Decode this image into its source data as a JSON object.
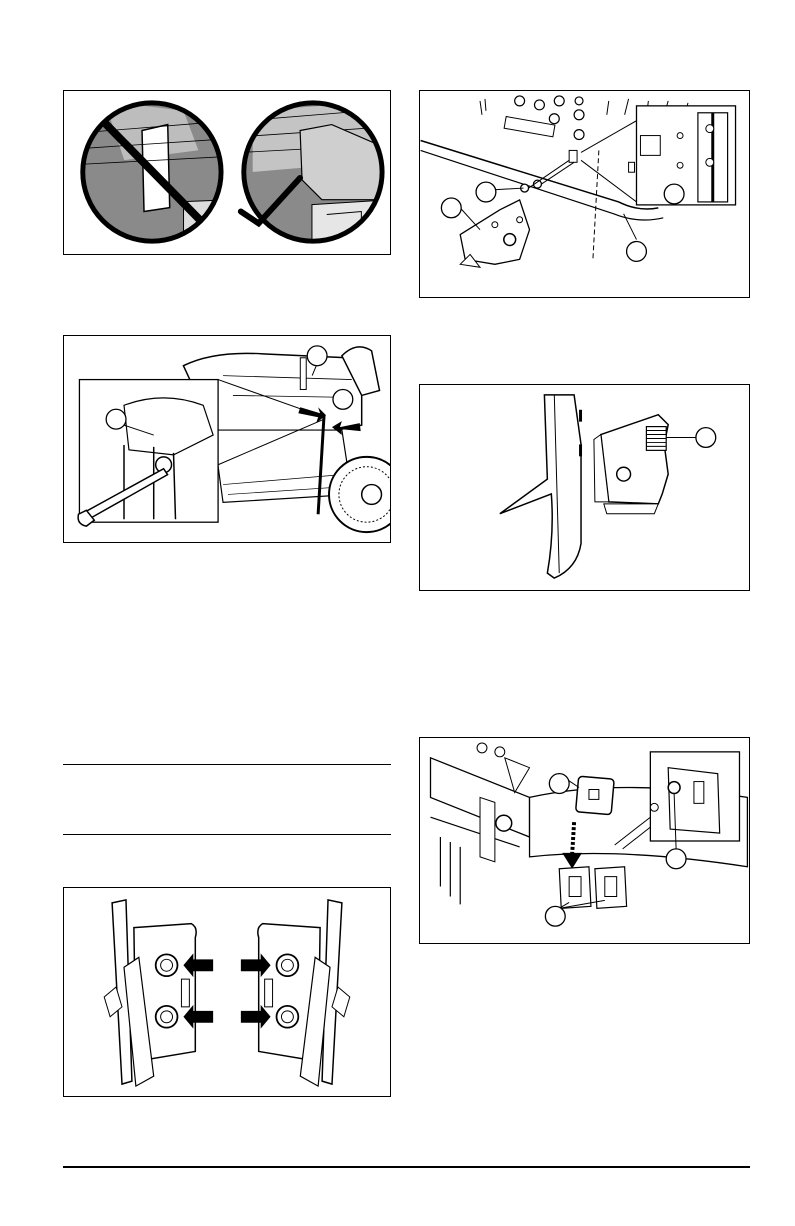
{
  "page": {
    "figures": [
      {
        "id": "fig-1",
        "subject": "blade-edge-comparison"
      },
      {
        "id": "fig-2",
        "subject": "wrench-on-mounting-bolt"
      },
      {
        "id": "fig-3",
        "subject": "mounting-brackets"
      },
      {
        "id": "fig-4",
        "subject": "deck-mount-bolts"
      },
      {
        "id": "fig-5",
        "subject": "bracket-spring"
      },
      {
        "id": "fig-6",
        "subject": "deck-rear-assembly"
      }
    ],
    "colors": {
      "line": "#000000",
      "gray": "#8a8a8a",
      "lightgray": "#cfcfcf",
      "paper": "#ffffff"
    }
  }
}
